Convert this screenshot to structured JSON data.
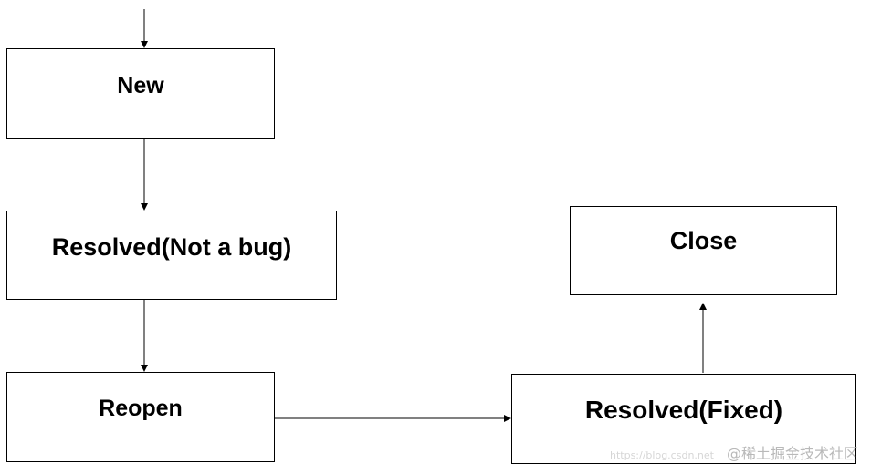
{
  "nodes": {
    "new": "New",
    "resolved_not_a_bug": "Resolved(Not a bug)",
    "reopen": "Reopen",
    "resolved_fixed": "Resolved(Fixed)",
    "close": "Close"
  },
  "edges": [
    {
      "from": "",
      "to": "New"
    },
    {
      "from": "New",
      "to": "Resolved(Not a bug)"
    },
    {
      "from": "Resolved(Not a bug)",
      "to": "Reopen"
    },
    {
      "from": "Reopen",
      "to": "Resolved(Fixed)"
    },
    {
      "from": "Resolved(Fixed)",
      "to": "Close"
    }
  ],
  "watermark": {
    "text": "@稀土掘金技术社区",
    "url_text": "https://blog.csdn.net"
  },
  "colors": {
    "stroke": "#000000",
    "background": "#ffffff",
    "watermark": "#b9b9b9"
  }
}
